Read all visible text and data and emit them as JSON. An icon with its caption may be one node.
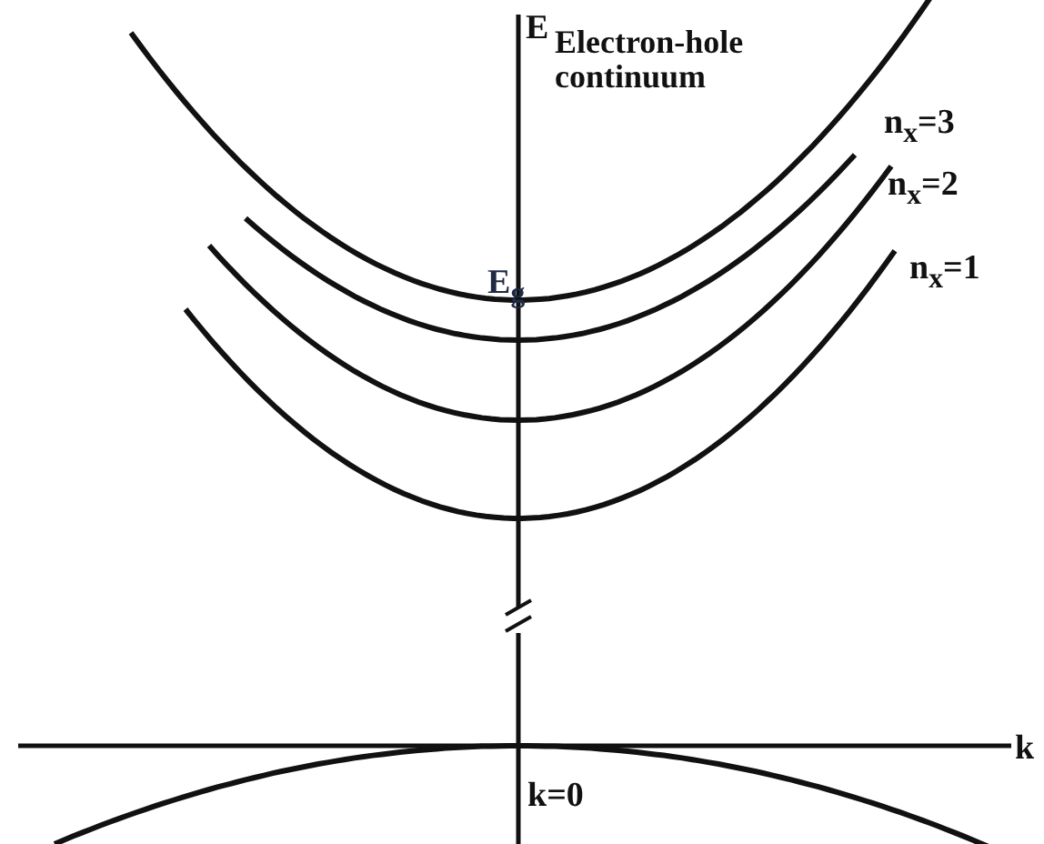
{
  "diagram": {
    "labels": [
      "E",
      "Electron-hole continuum",
      "n$_{x}$=3",
      "n$_{x}$=2",
      "E$_{g}$",
      "n$_{x}$=1",
      "k",
      "k=0"
    ]
  }
}
